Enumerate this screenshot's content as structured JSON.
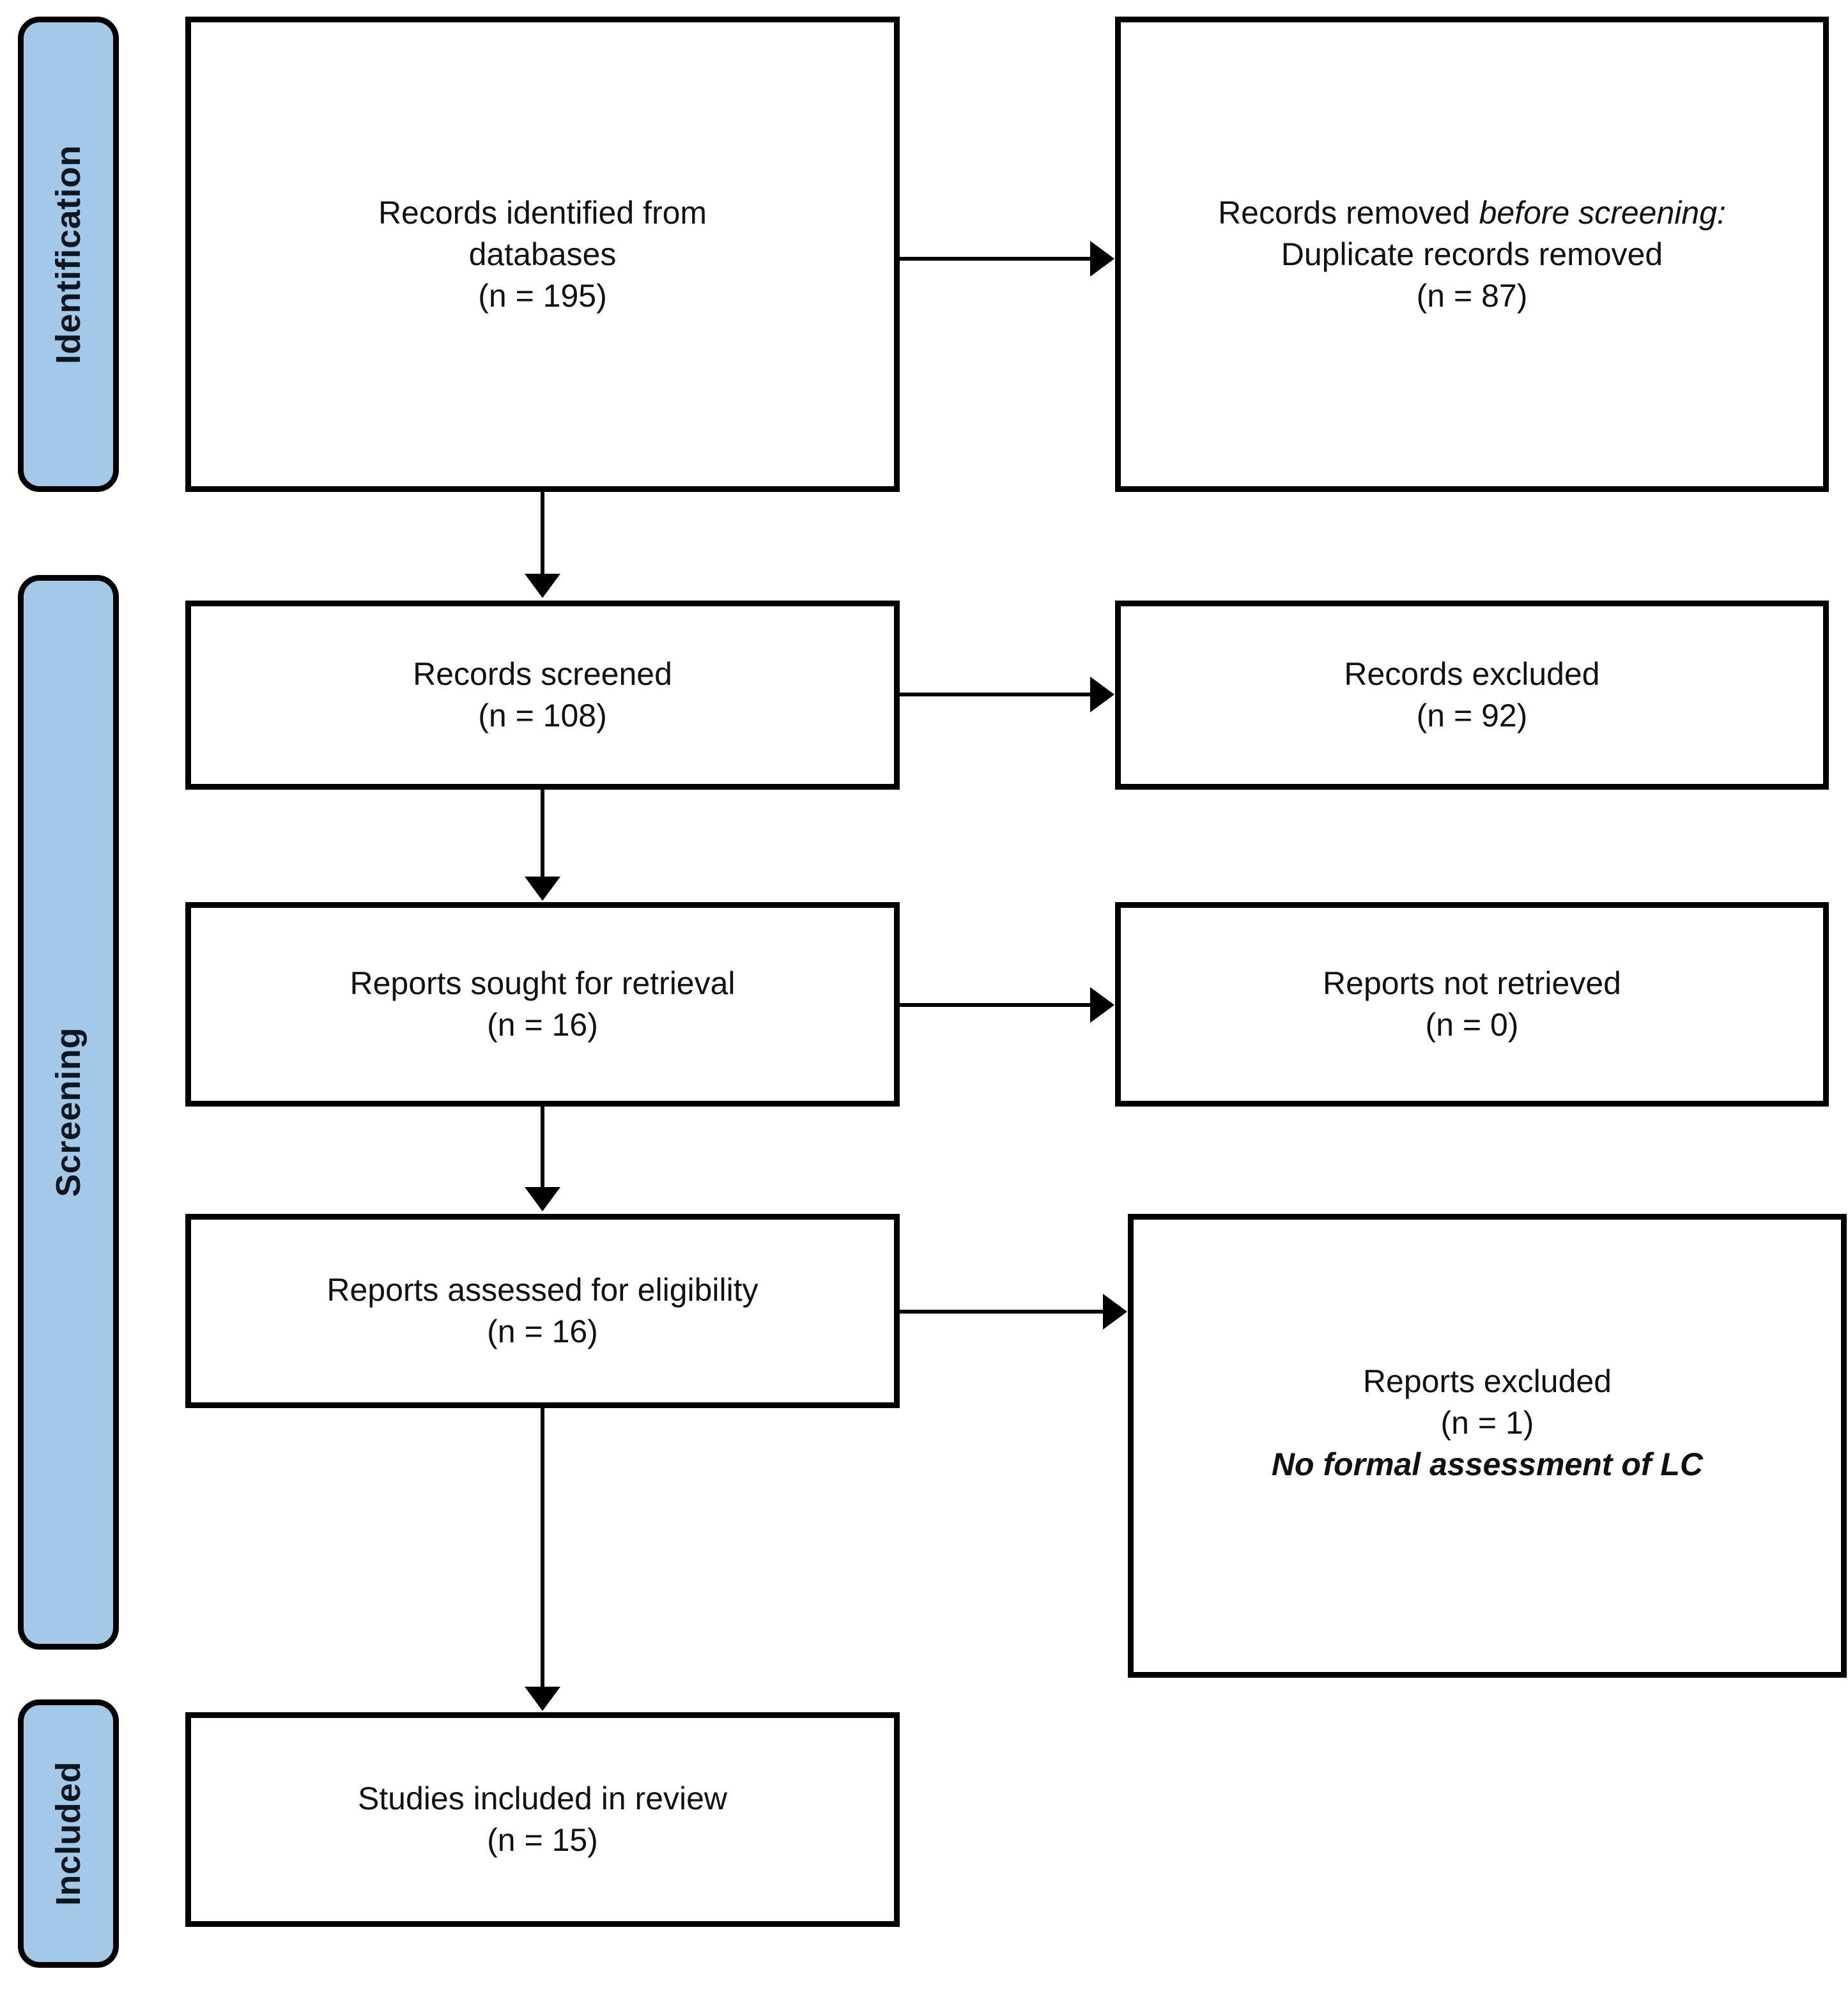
{
  "diagram": {
    "title": "PRISMA 2020 flow diagram",
    "colors": {
      "phase_fill": "#a4c8e8",
      "box_fill": "#ffffff",
      "stroke": "#000000",
      "text": "#111111"
    }
  },
  "phases": [
    {
      "id": "identification",
      "label": "Identification"
    },
    {
      "id": "screening",
      "label": "Screening"
    },
    {
      "id": "included",
      "label": "Included"
    }
  ],
  "boxes": {
    "identified": {
      "line1": "Records identified from",
      "line2": "databases",
      "count": "(n = 195)",
      "text": "Records identified from\ndatabases\n(n = 195)"
    },
    "removed": {
      "line1": "Records removed ",
      "emphasis": "before screening",
      "line2": ":",
      "line3": "Duplicate records removed",
      "count": "(n = 87)"
    },
    "screened": {
      "line1": "Records screened",
      "count": "(n = 108)",
      "text": "Records screened\n(n = 108)"
    },
    "records_excluded": {
      "line1": "Records excluded",
      "count": "(n = 92)",
      "text": "Records excluded\n(n = 92)"
    },
    "sought": {
      "line1": "Reports sought for retrieval",
      "count": "(n = 16)",
      "text": "Reports sought for retrieval\n(n = 16)"
    },
    "not_retrieved": {
      "line1": "Reports not retrieved",
      "count": "(n = 0)",
      "text": "Reports not retrieved\n(n = 0)"
    },
    "assessed": {
      "line1": "Reports assessed for eligibility",
      "count": "(n = 16)",
      "text": "Reports assessed for eligibility\n(n = 16)"
    },
    "reports_excluded": {
      "line1": "Reports excluded",
      "count": "(n = 1)",
      "reason": "No formal assessment of LC"
    },
    "included": {
      "line1": "Studies included in review",
      "count": "(n = 15)",
      "text": "Studies included in review\n(n = 15)"
    }
  },
  "chart_data": {
    "type": "flow",
    "title": "PRISMA 2020 flow diagram",
    "nodes": [
      {
        "id": "identified",
        "phase": "Identification",
        "column": "left",
        "label": "Records identified from databases",
        "n": 195
      },
      {
        "id": "removed",
        "phase": "Identification",
        "column": "right",
        "label": "Records removed before screening: Duplicate records removed",
        "n": 87
      },
      {
        "id": "screened",
        "phase": "Screening",
        "column": "left",
        "label": "Records screened",
        "n": 108
      },
      {
        "id": "records_excluded",
        "phase": "Screening",
        "column": "right",
        "label": "Records excluded",
        "n": 92
      },
      {
        "id": "sought",
        "phase": "Screening",
        "column": "left",
        "label": "Reports sought for retrieval",
        "n": 16
      },
      {
        "id": "not_retrieved",
        "phase": "Screening",
        "column": "right",
        "label": "Reports not retrieved",
        "n": 0
      },
      {
        "id": "assessed",
        "phase": "Screening",
        "column": "left",
        "label": "Reports assessed for eligibility",
        "n": 16
      },
      {
        "id": "reports_excluded",
        "phase": "Screening",
        "column": "right",
        "label": "Reports excluded — No formal assessment of LC",
        "n": 1
      },
      {
        "id": "included",
        "phase": "Included",
        "column": "left",
        "label": "Studies included in review",
        "n": 15
      }
    ],
    "edges": [
      {
        "from": "identified",
        "to": "removed",
        "direction": "right"
      },
      {
        "from": "identified",
        "to": "screened",
        "direction": "down"
      },
      {
        "from": "screened",
        "to": "records_excluded",
        "direction": "right"
      },
      {
        "from": "screened",
        "to": "sought",
        "direction": "down"
      },
      {
        "from": "sought",
        "to": "not_retrieved",
        "direction": "right"
      },
      {
        "from": "sought",
        "to": "assessed",
        "direction": "down"
      },
      {
        "from": "assessed",
        "to": "reports_excluded",
        "direction": "right"
      },
      {
        "from": "assessed",
        "to": "included",
        "direction": "down"
      }
    ]
  }
}
